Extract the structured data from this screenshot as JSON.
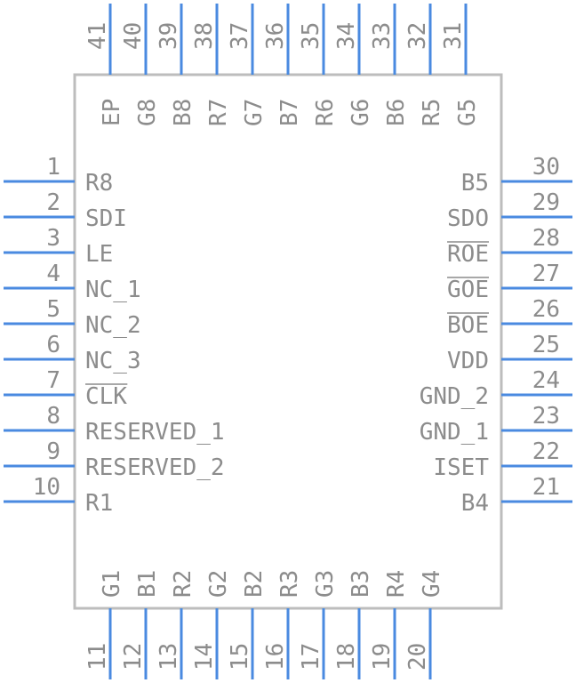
{
  "package": {
    "left": [
      {
        "num": "1",
        "label": "R8"
      },
      {
        "num": "2",
        "label": "SDI"
      },
      {
        "num": "3",
        "label": "LE"
      },
      {
        "num": "4",
        "label": "NC_1"
      },
      {
        "num": "5",
        "label": "NC_2"
      },
      {
        "num": "6",
        "label": "NC_3"
      },
      {
        "num": "7",
        "label": "CLK",
        "overline": true
      },
      {
        "num": "8",
        "label": "RESERVED_1"
      },
      {
        "num": "9",
        "label": "RESERVED_2"
      },
      {
        "num": "10",
        "label": "R1"
      }
    ],
    "bottom": [
      {
        "num": "11",
        "label": "G1"
      },
      {
        "num": "12",
        "label": "B1"
      },
      {
        "num": "13",
        "label": "R2"
      },
      {
        "num": "14",
        "label": "G2"
      },
      {
        "num": "15",
        "label": "B2"
      },
      {
        "num": "16",
        "label": "R3"
      },
      {
        "num": "17",
        "label": "G3"
      },
      {
        "num": "18",
        "label": "B3"
      },
      {
        "num": "19",
        "label": "R4"
      },
      {
        "num": "20",
        "label": "G4"
      }
    ],
    "right": [
      {
        "num": "21",
        "label": "B4"
      },
      {
        "num": "22",
        "label": "ISET"
      },
      {
        "num": "23",
        "label": "GND_1"
      },
      {
        "num": "24",
        "label": "GND_2"
      },
      {
        "num": "25",
        "label": "VDD"
      },
      {
        "num": "26",
        "label": "BOE",
        "overline": true
      },
      {
        "num": "27",
        "label": "GOE",
        "overline": true
      },
      {
        "num": "28",
        "label": "ROE",
        "overline": true
      },
      {
        "num": "29",
        "label": "SDO"
      },
      {
        "num": "30",
        "label": "B5"
      }
    ],
    "top": [
      {
        "num": "31",
        "label": "G5"
      },
      {
        "num": "32",
        "label": "R5"
      },
      {
        "num": "33",
        "label": "B6"
      },
      {
        "num": "34",
        "label": "G6"
      },
      {
        "num": "35",
        "label": "R6"
      },
      {
        "num": "36",
        "label": "B7"
      },
      {
        "num": "37",
        "label": "G7"
      },
      {
        "num": "38",
        "label": "R7"
      },
      {
        "num": "39",
        "label": "B8"
      },
      {
        "num": "40",
        "label": "G8"
      },
      {
        "num": "41",
        "label": "EP"
      }
    ]
  },
  "colors": {
    "pin": "#4a8ae0",
    "body_outline": "#bdbdbd",
    "text": "#8c8c8c"
  }
}
